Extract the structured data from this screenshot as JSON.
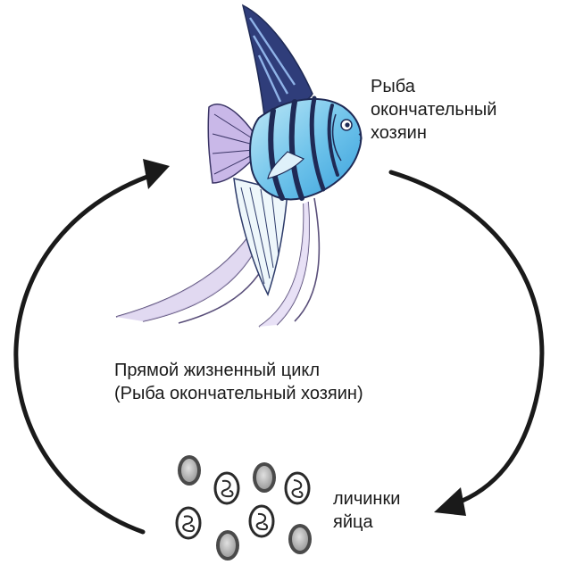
{
  "host_label": {
    "line1": "Рыба",
    "line2": "окончательный",
    "line3": "хозяин"
  },
  "cycle_label": {
    "line1": "Прямой жизненный цикл",
    "line2": "(Рыба окончательный хозяин)"
  },
  "stage_label": {
    "line1": "личинки",
    "line2": "яйца"
  },
  "colors": {
    "fish_body": "#8fd3ef",
    "fish_blue": "#3aa0dc",
    "fish_stripe": "#1f2a55",
    "fin_violet": "#b9a9dc",
    "arrow": "#1a1a1a",
    "egg_shell": "#4a4a4a",
    "egg_inner": "#bdbdbd"
  },
  "icons": {
    "fish": "angelfish-illustration",
    "eggs": "egg-cluster",
    "larvae": "larva-egg-cluster"
  }
}
